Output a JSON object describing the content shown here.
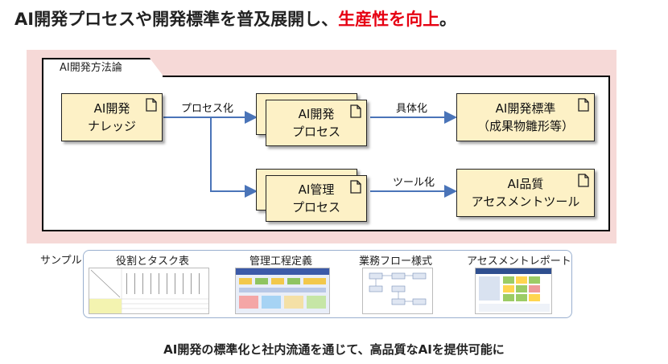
{
  "title": {
    "prefix": "AI開発プロセスや開発標準を普及展開し、",
    "highlight": "生産性を向上",
    "suffix": "。",
    "highlight_color": "#e60012"
  },
  "method_tab": "AI開発方法論",
  "boxes": {
    "knowledge": [
      "AI開発",
      "ナレッジ"
    ],
    "dev_process": [
      "AI開発",
      "プロセス"
    ],
    "mgmt_process": [
      "AI管理",
      "プロセス"
    ],
    "standard": [
      "AI開発標準",
      "（成果物雛形等）"
    ],
    "assessment": [
      "AI品質",
      "アセスメントツール"
    ]
  },
  "arrows": {
    "processize": "プロセス化",
    "concretize": "具体化",
    "toolize": "ツール化"
  },
  "sample": {
    "label": "サンプル",
    "items": [
      "役割とタスク表",
      "管理工程定義",
      "業務フロー様式",
      "アセスメントレポート"
    ]
  },
  "footer": "AI開発の標準化と社内流通を通じて、高品質なAIを提供可能に",
  "colors": {
    "box_fill": "#fdf1c6",
    "arrow": "#4a74b8",
    "pink_bg": "#f6d9d7"
  },
  "icons": {
    "document": "document-icon"
  }
}
